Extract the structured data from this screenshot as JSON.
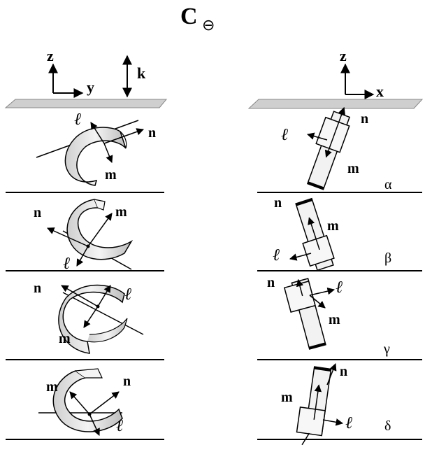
{
  "title": {
    "main": "C",
    "subscript": "⊖"
  },
  "left_axes": {
    "z": "z",
    "y": "y",
    "k": "k"
  },
  "right_axes": {
    "z": "z",
    "x": "x"
  },
  "vector_labels": {
    "n": "n",
    "m": "m",
    "l": "ℓ"
  },
  "states": [
    "α",
    "β",
    "γ",
    "δ"
  ]
}
